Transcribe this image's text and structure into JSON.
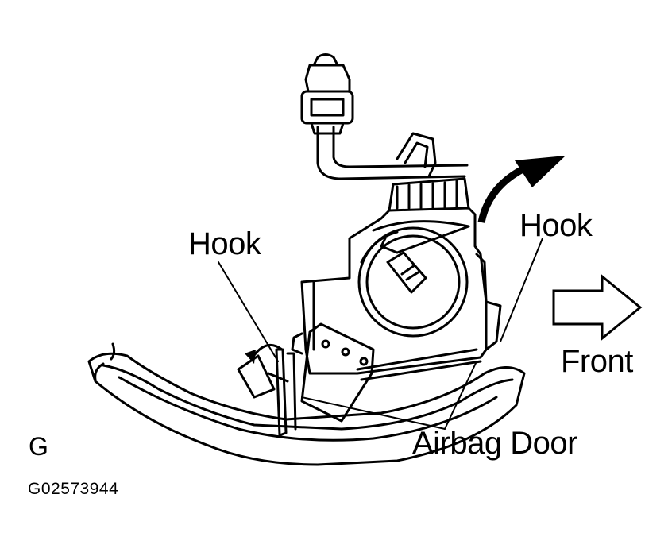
{
  "diagram": {
    "labels": {
      "hook_left": "Hook",
      "hook_right": "Hook",
      "front": "Front",
      "airbag_door": "Airbag Door",
      "view_letter": "G",
      "figure_code": "G02573944"
    },
    "colors": {
      "ink": "#000000",
      "background": "#ffffff"
    }
  }
}
